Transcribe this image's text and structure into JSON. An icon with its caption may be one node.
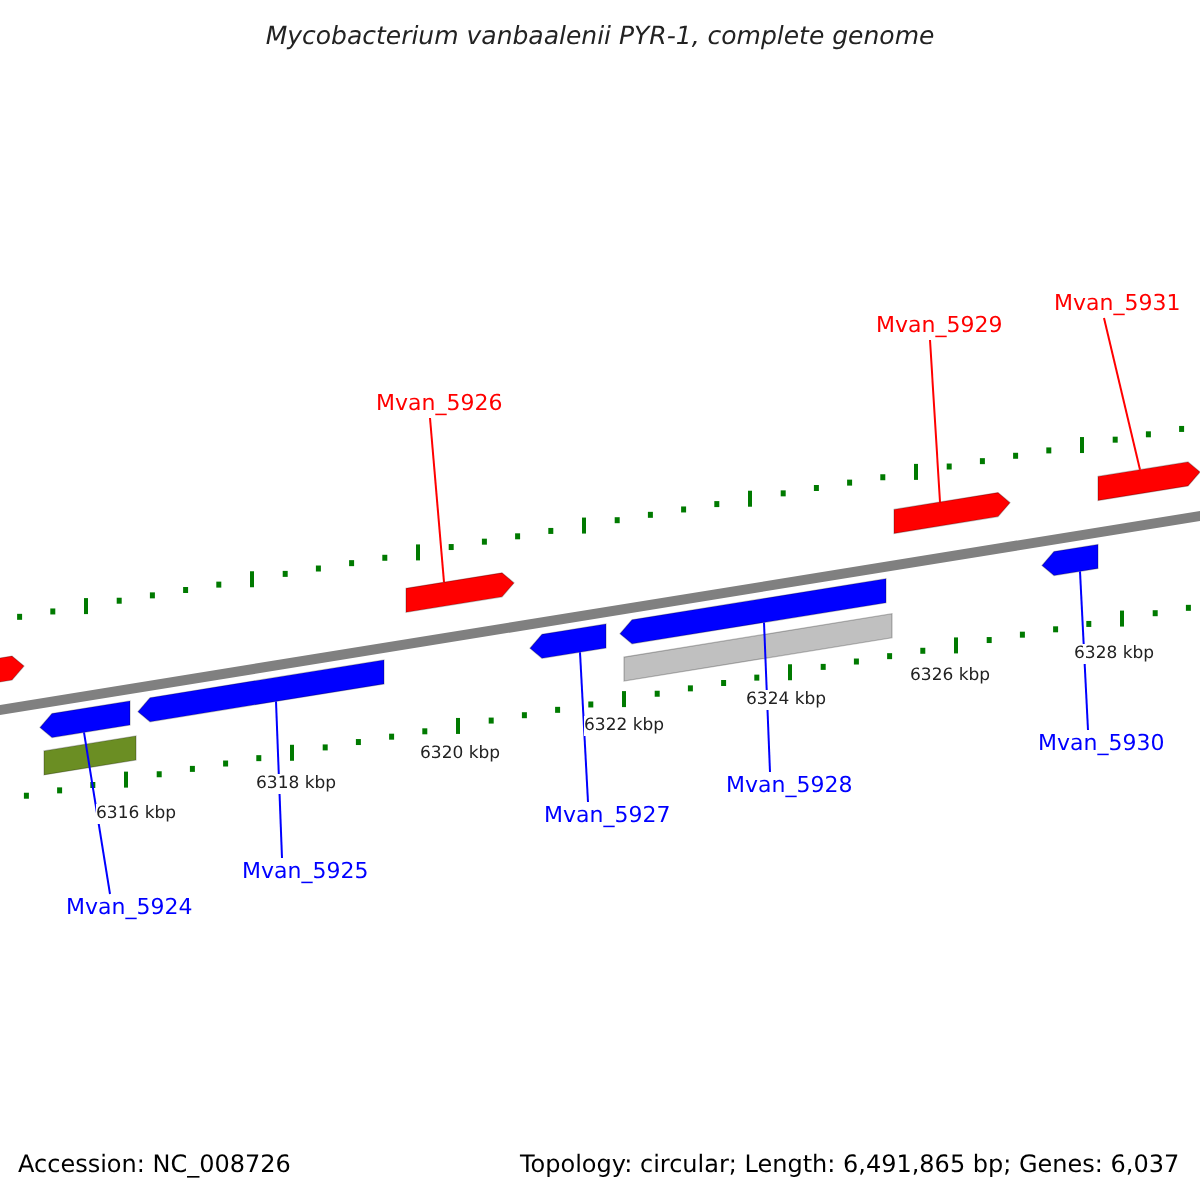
{
  "diagram": {
    "title": "Mycobacterium vanbaalenii PYR-1, complete genome",
    "nodes": [
      {
        "text": [
          "Mvan_5924"
        ]
      },
      {
        "text": [
          "Mvan_5925"
        ]
      },
      {
        "text": [
          "Mvan_5926"
        ]
      },
      {
        "text": [
          "Mvan_5927"
        ]
      },
      {
        "text": [
          "Mvan_5928"
        ]
      },
      {
        "text": [
          "Mvan_5929"
        ]
      },
      {
        "text": [
          "Mvan_5930"
        ]
      },
      {
        "text": [
          "Mvan_5931"
        ]
      },
      {
        "text": [],
        "shape": "bar"
      },
      {
        "text": [],
        "shape": "bar"
      },
      {
        "text": [],
        "shape": "bar"
      },
      {
        "text": [],
        "shape": "bar"
      },
      {
        "text": [],
        "shape": "bar"
      },
      {
        "text": [],
        "shape": "bar"
      },
      {
        "text": [],
        "shape": "bar"
      },
      {
        "text": [],
        "shape": "bar"
      },
      {
        "text": [],
        "shape": "bar"
      },
      {
        "text": [],
        "shape": "bar"
      },
      {
        "text": [],
        "shape": "bar"
      }
    ],
    "edges": [
      {
        "from": 0,
        "to": 9,
        "arrow": "none"
      },
      {
        "from": 1,
        "to": 11,
        "arrow": "none"
      },
      {
        "from": 2,
        "to": 12,
        "arrow": "none",
        "color": "#ff0000"
      },
      {
        "from": 3,
        "to": 13,
        "arrow": "none"
      },
      {
        "from": 4,
        "to": 14,
        "arrow": "none"
      },
      {
        "from": 5,
        "to": 16,
        "arrow": "none",
        "color": "#ff0000"
      },
      {
        "from": 6,
        "to": 17,
        "arrow": "none"
      },
      {
        "from": 7,
        "to": 18,
        "arrow": "none",
        "color": "#ff0000"
      }
    ],
    "labels": [
      "6316 kbp",
      "6318 kbp",
      "6320 kbp",
      "6322 kbp",
      "6324 kbp",
      "6326 kbp",
      "6328 kbp",
      "Accession: NC_008726",
      "Topology: circular; Length: 6,491,865 bp; Genes: 6,037"
    ]
  }
}
